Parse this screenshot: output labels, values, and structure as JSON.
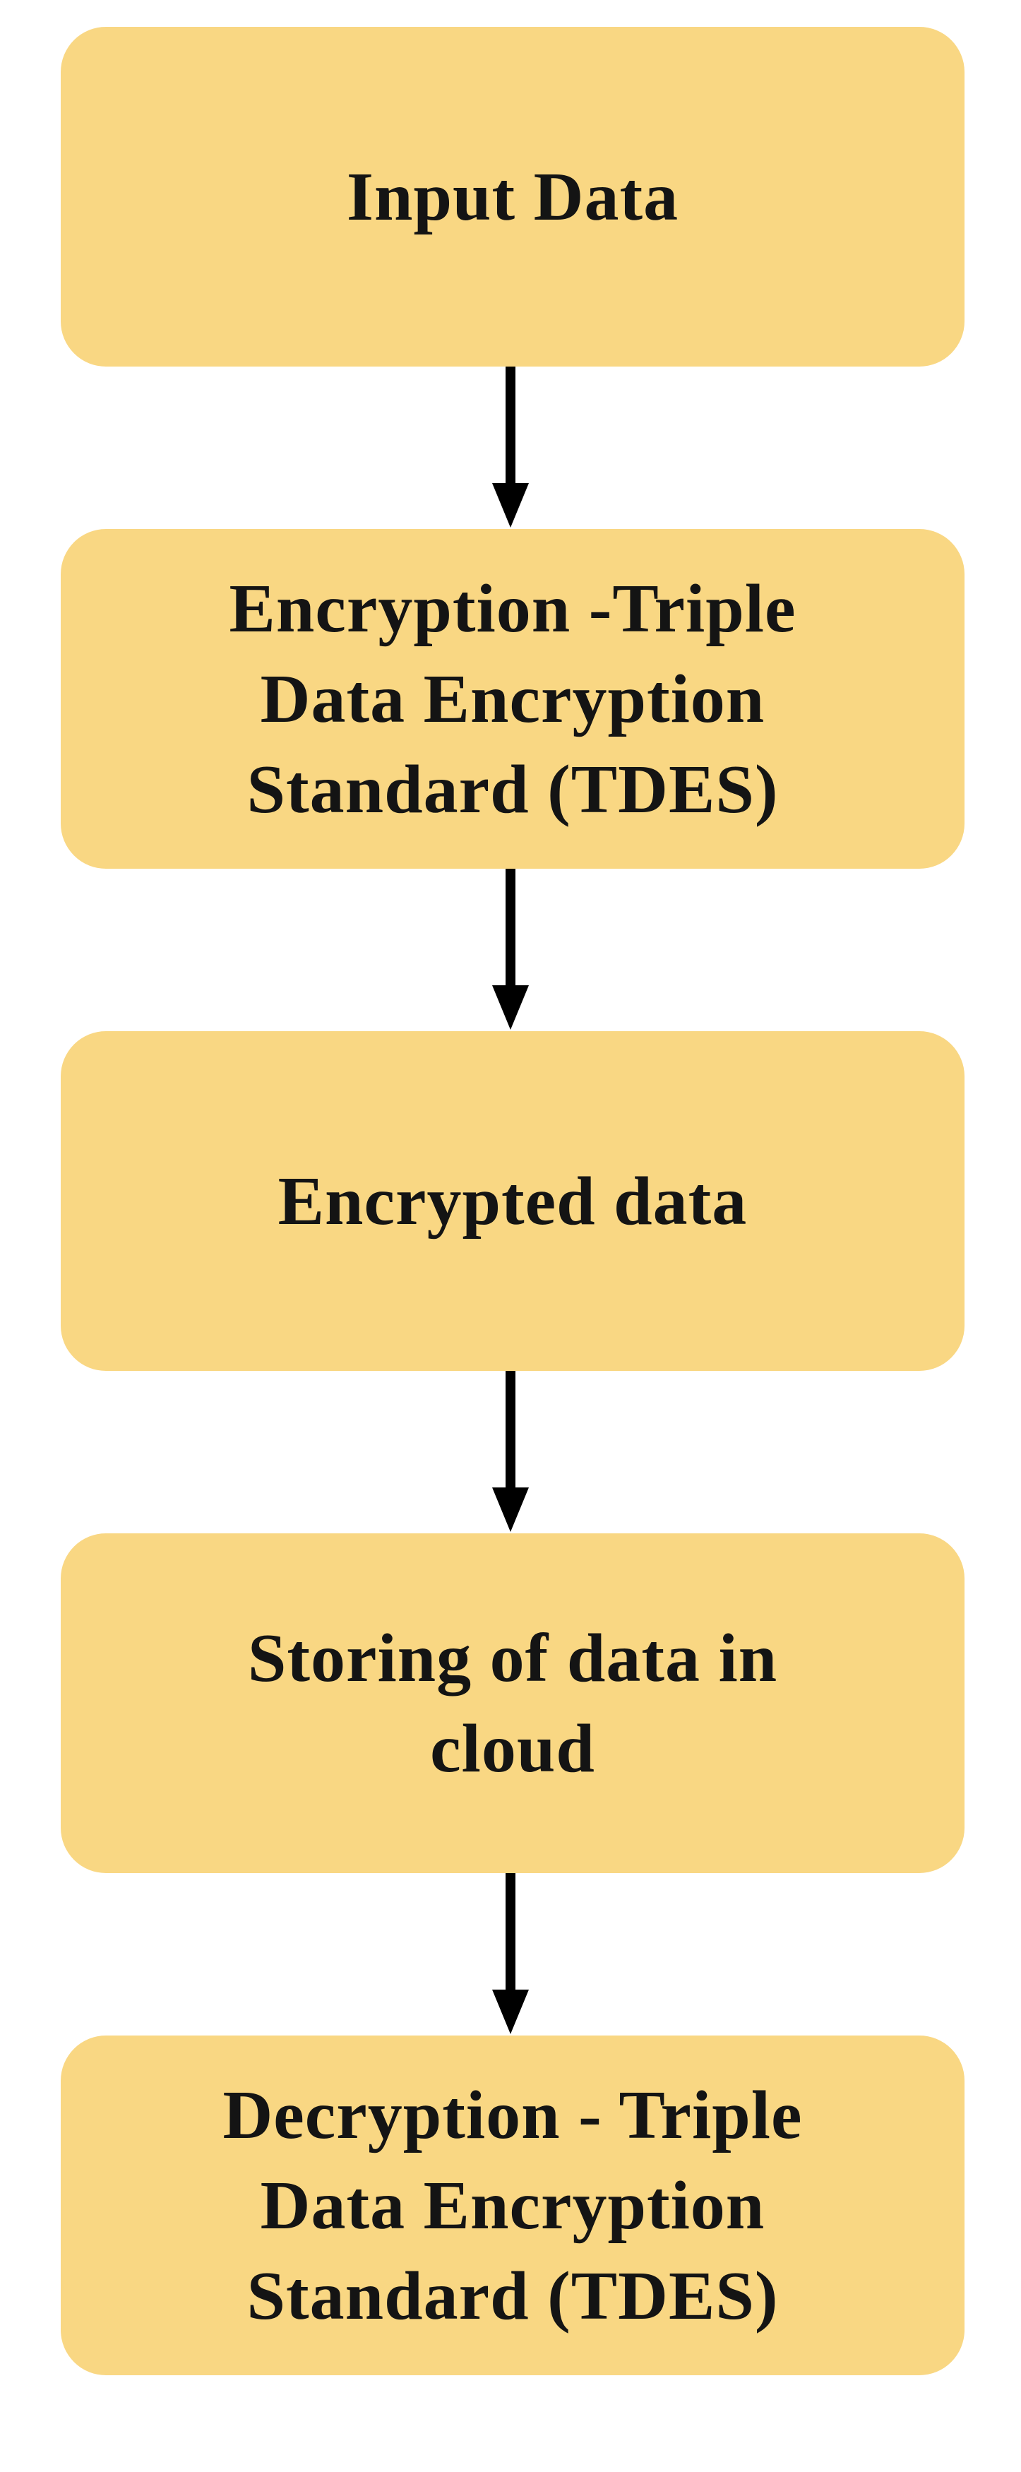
{
  "diagram": {
    "nodes": [
      {
        "id": "input",
        "lines": [
          "Input Data"
        ]
      },
      {
        "id": "encryption",
        "lines": [
          "Encryption -Triple",
          "Data Encryption",
          "Standard (TDES)"
        ]
      },
      {
        "id": "encrypted",
        "lines": [
          "Encrypted data"
        ]
      },
      {
        "id": "storing",
        "lines": [
          "Storing of data in",
          "cloud"
        ]
      },
      {
        "id": "decryption",
        "lines": [
          "Decryption - Triple",
          "Data Encryption",
          "Standard (TDES)"
        ]
      }
    ],
    "edges": [
      {
        "from": "input",
        "to": "encryption"
      },
      {
        "from": "encryption",
        "to": "encrypted"
      },
      {
        "from": "encrypted",
        "to": "storing"
      },
      {
        "from": "storing",
        "to": "decryption"
      }
    ],
    "colors": {
      "box_fill": "#f9d783",
      "text": "#141414",
      "arrow": "#000000"
    }
  }
}
